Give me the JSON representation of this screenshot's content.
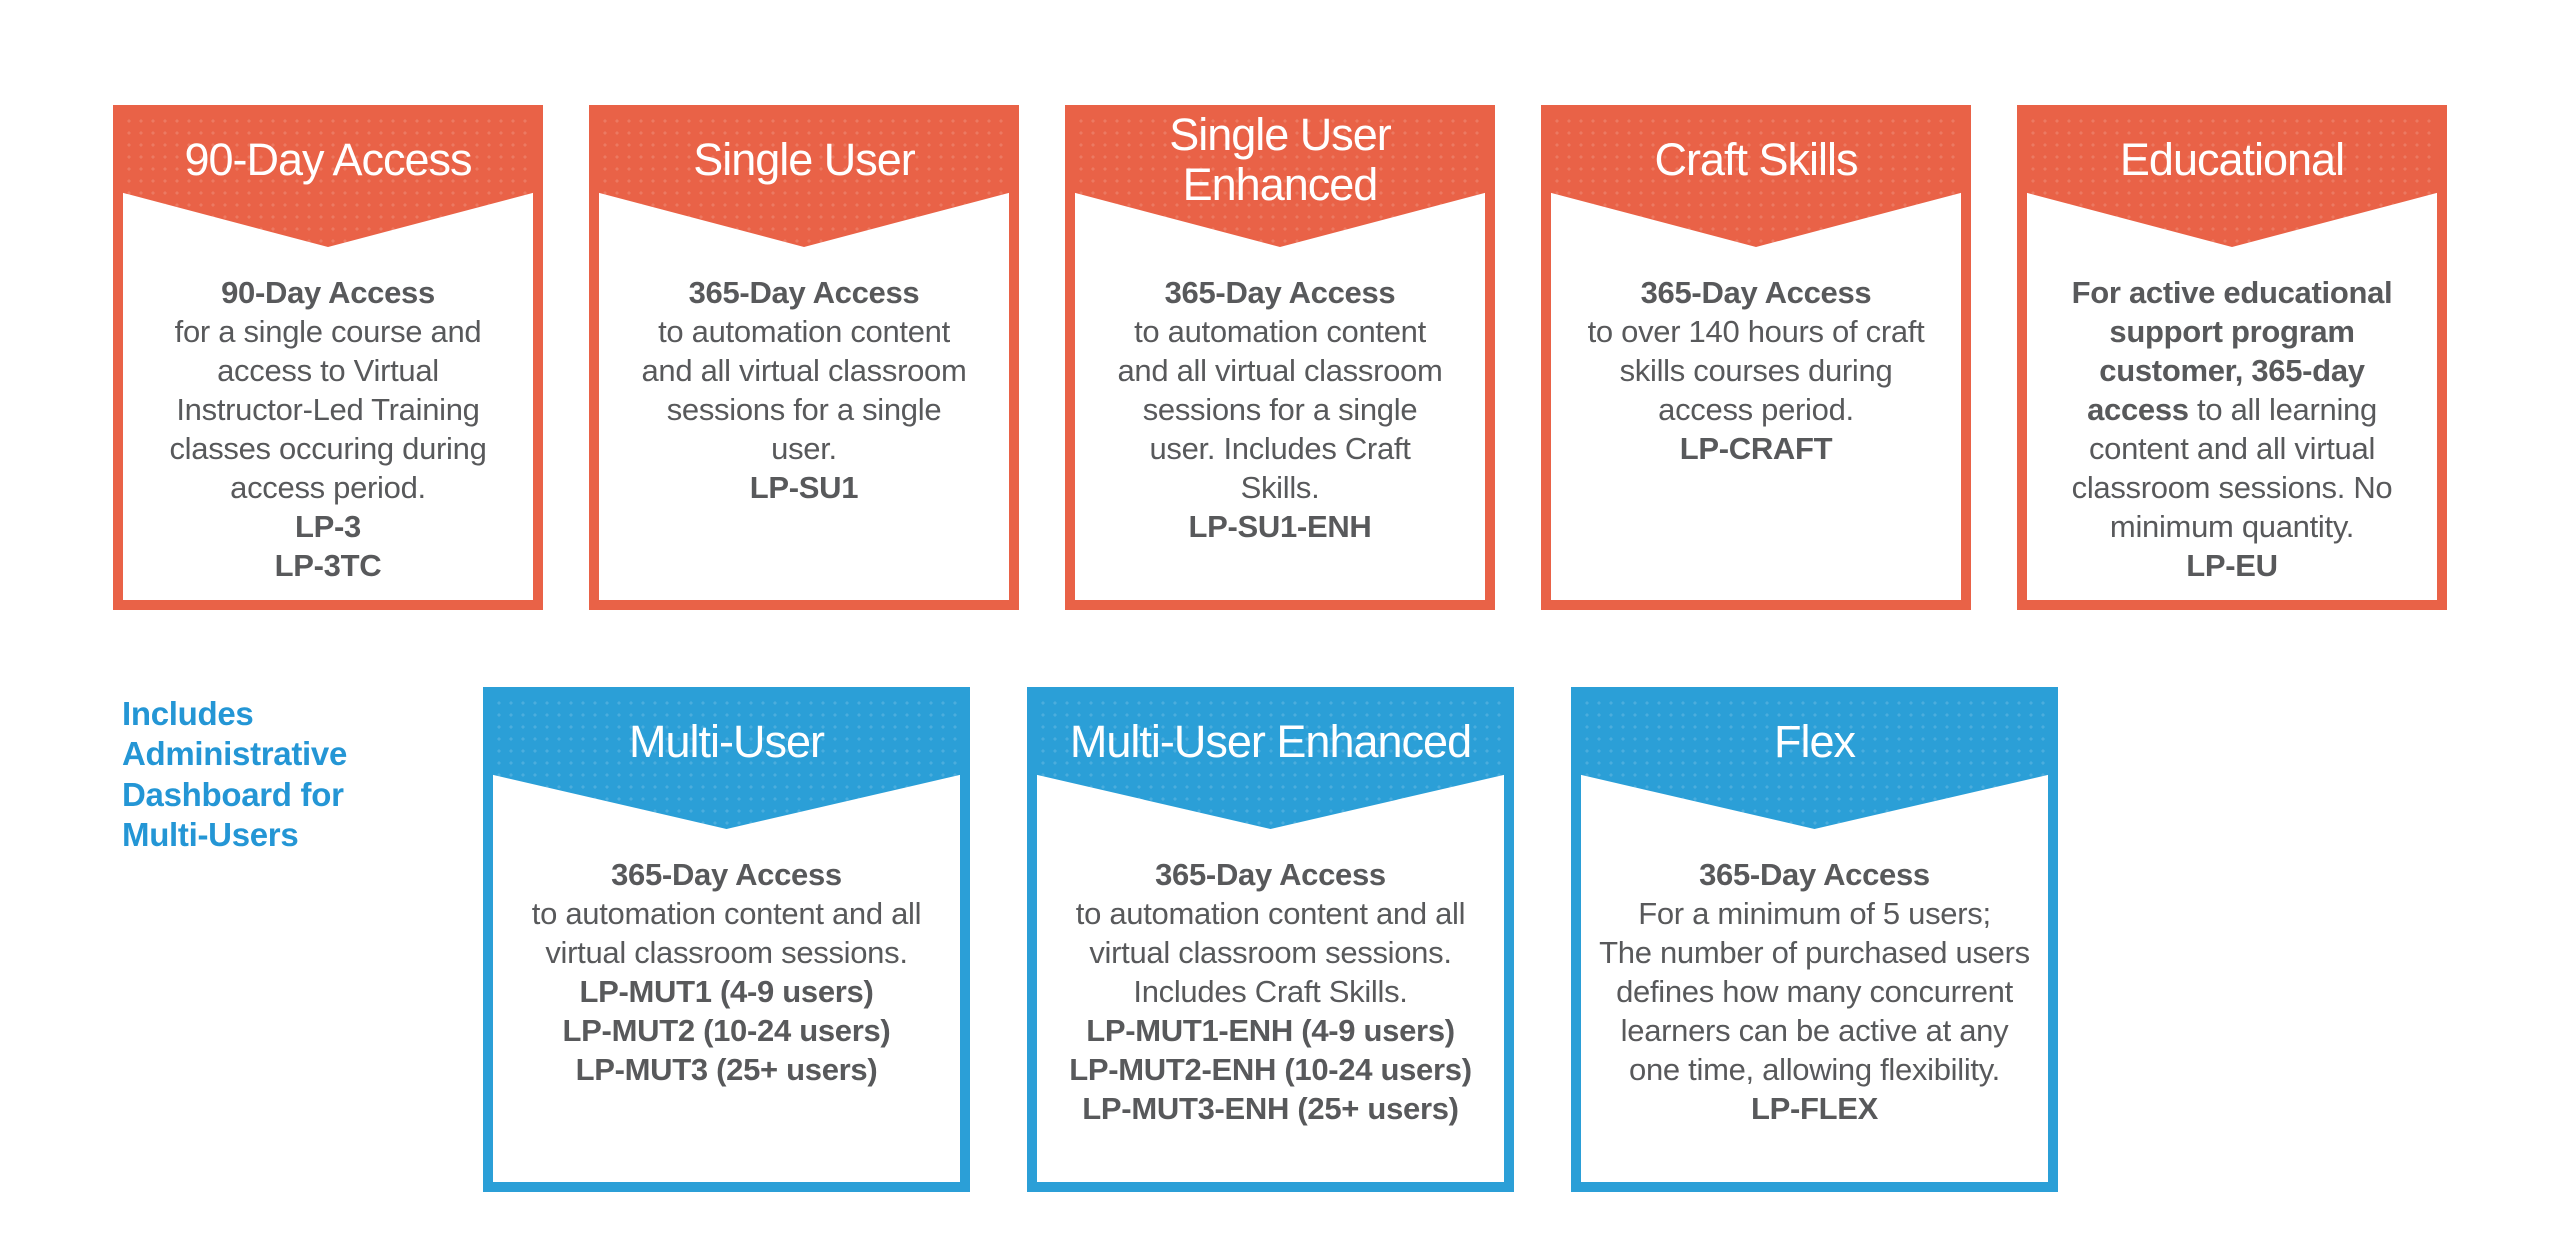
{
  "colors": {
    "orange": "#E96247",
    "blue": "#2B9FD7",
    "note_blue": "#2496D5",
    "body_text": "#58595B",
    "header_text": "#FFFFFF",
    "card_background": "#FFFFFF"
  },
  "note": {
    "text": "Includes\nAdministrative\nDashboard for\nMulti-Users"
  },
  "rows": [
    {
      "theme": "orange",
      "cards": [
        {
          "id": "90-day-access",
          "title": "90-Day Access",
          "body": [
            {
              "bold": true,
              "text": "90-Day Access\n"
            },
            {
              "bold": false,
              "text": "for a single course and\naccess to Virtual\nInstructor-Led Training\nclasses occuring during\naccess period.\n"
            },
            {
              "bold": true,
              "text": "LP-3\nLP-3TC"
            }
          ]
        },
        {
          "id": "single-user",
          "title": "Single User",
          "body": [
            {
              "bold": true,
              "text": "365-Day Access\n"
            },
            {
              "bold": false,
              "text": "to automation content\nand all virtual classroom\nsessions for a single\nuser.\n"
            },
            {
              "bold": true,
              "text": "LP-SU1"
            }
          ]
        },
        {
          "id": "single-user-enhanced",
          "title": "Single User\nEnhanced",
          "body": [
            {
              "bold": true,
              "text": "365-Day Access\n"
            },
            {
              "bold": false,
              "text": "to automation content\nand all virtual classroom\nsessions for a single\nuser. Includes Craft\nSkills.\n"
            },
            {
              "bold": true,
              "text": "LP-SU1-ENH"
            }
          ]
        },
        {
          "id": "craft-skills",
          "title": "Craft Skills",
          "body": [
            {
              "bold": true,
              "text": "365-Day Access\n"
            },
            {
              "bold": false,
              "text": "to over 140 hours of craft\nskills courses during\naccess period.\n"
            },
            {
              "bold": true,
              "text": "LP-CRAFT"
            }
          ]
        },
        {
          "id": "educational",
          "title": "Educational",
          "body": [
            {
              "bold": true,
              "text": "For active educational\nsupport program\ncustomer, 365-day\naccess"
            },
            {
              "bold": false,
              "text": " to all learning\ncontent and all virtual\nclassroom sessions. No\nminimum quantity.\n"
            },
            {
              "bold": true,
              "text": "LP-EU"
            }
          ]
        }
      ]
    },
    {
      "theme": "blue",
      "cards": [
        {
          "id": "multi-user",
          "title": "Multi-User",
          "body": [
            {
              "bold": true,
              "text": "365-Day Access\n"
            },
            {
              "bold": false,
              "text": "to automation content and all\nvirtual classroom sessions.\n"
            },
            {
              "bold": true,
              "text": "LP-MUT1 (4-9 users)\nLP-MUT2 (10-24 users)\nLP-MUT3 (25+ users)"
            }
          ]
        },
        {
          "id": "multi-user-enhanced",
          "title": "Multi-User Enhanced",
          "body": [
            {
              "bold": true,
              "text": "365-Day Access\n"
            },
            {
              "bold": false,
              "text": "to automation content and all\nvirtual classroom sessions.\nIncludes Craft Skills.\n"
            },
            {
              "bold": true,
              "text": "LP-MUT1-ENH (4-9 users)\nLP-MUT2-ENH (10-24 users)\nLP-MUT3-ENH (25+ users)"
            }
          ]
        },
        {
          "id": "flex",
          "title": "Flex",
          "body": [
            {
              "bold": true,
              "text": "365-Day Access\n"
            },
            {
              "bold": false,
              "text": "For a minimum of 5 users;\nThe number of purchased users\ndefines how many concurrent\nlearners can be active at any\none time, allowing flexibility.\n"
            },
            {
              "bold": true,
              "text": "LP-FLEX"
            }
          ]
        }
      ]
    }
  ]
}
